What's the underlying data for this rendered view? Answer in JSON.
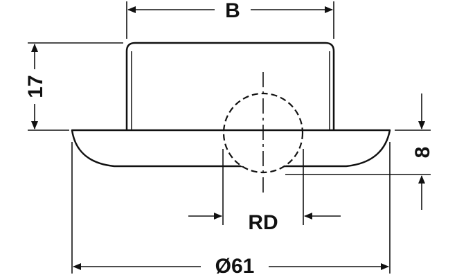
{
  "labels": {
    "width": "B",
    "height": "17",
    "depth": "8",
    "ball": "RD",
    "diameter": "Ø61"
  },
  "colors": {
    "line": "#111111",
    "background": "#ffffff"
  }
}
